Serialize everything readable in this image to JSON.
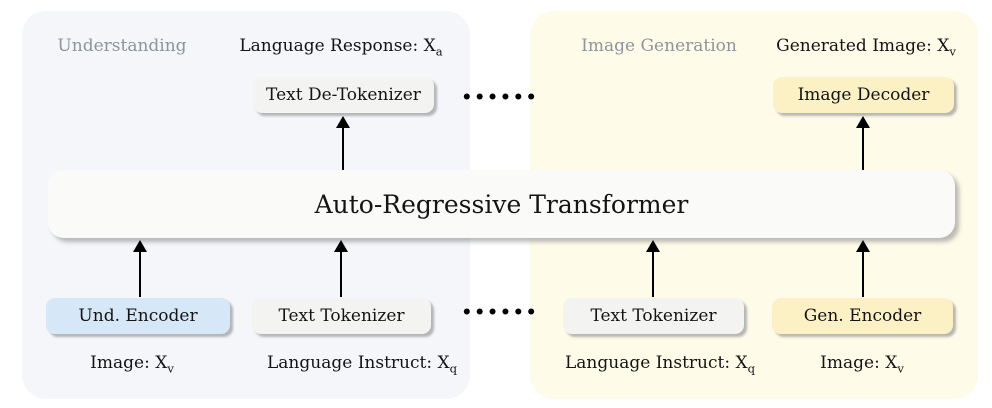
{
  "diagram": {
    "transformer_label": "Auto-Regressive Transformer",
    "ellipsis_top": "••••••",
    "ellipsis_bottom": "••••••",
    "understanding": {
      "header": "Understanding",
      "output_label": {
        "text": "Language Response: X",
        "sub": "a"
      },
      "output_box": "Text De-Tokenizer",
      "encoder_box": "Und. Encoder",
      "encoder_input": {
        "text": "Image: X",
        "sub": "v"
      },
      "tokenizer_box": "Text Tokenizer",
      "tokenizer_input": {
        "text": "Language Instruct: X",
        "sub": "q"
      }
    },
    "generation": {
      "header": "Image Generation",
      "output_label": {
        "text": "Generated Image: X",
        "sub": "v"
      },
      "output_box": "Image Decoder",
      "tokenizer_box": "Text Tokenizer",
      "tokenizer_input": {
        "text": "Language Instruct: X",
        "sub": "q"
      },
      "encoder_box": "Gen. Encoder",
      "encoder_input": {
        "text": "Image: X",
        "sub": "v"
      }
    },
    "colors": {
      "understanding_panel": "#f4f6fa",
      "generation_panel": "#fffbe9",
      "transformer_bar": "#fafaf9",
      "neutral_box": "#f3f3f2",
      "understanding_accent": "#d6e7f8",
      "generation_accent": "#fcf1c4",
      "muted_header_text": "#8f949b",
      "text": "#141414",
      "arrow": "#000000"
    }
  }
}
